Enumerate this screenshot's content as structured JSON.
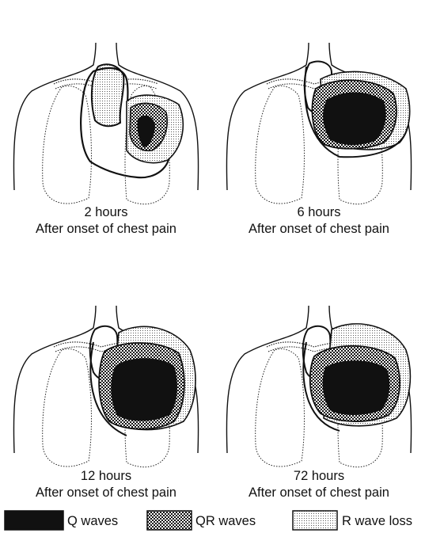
{
  "panels": [
    {
      "time": "2 hours",
      "caption": "After onset of chest pain"
    },
    {
      "time": "6 hours",
      "caption": "After onset of chest pain"
    },
    {
      "time": "12 hours",
      "caption": "After onset of chest pain"
    },
    {
      "time": "72 hours",
      "caption": "After onset of chest pain"
    }
  ],
  "legend": [
    {
      "label": "Q waves",
      "fill": "solid-black"
    },
    {
      "label": "QR waves",
      "fill": "dense-stipple"
    },
    {
      "label": "R wave loss",
      "fill": "light-stipple"
    }
  ],
  "colors": {
    "ink": "#111111",
    "paper": "#ffffff"
  }
}
